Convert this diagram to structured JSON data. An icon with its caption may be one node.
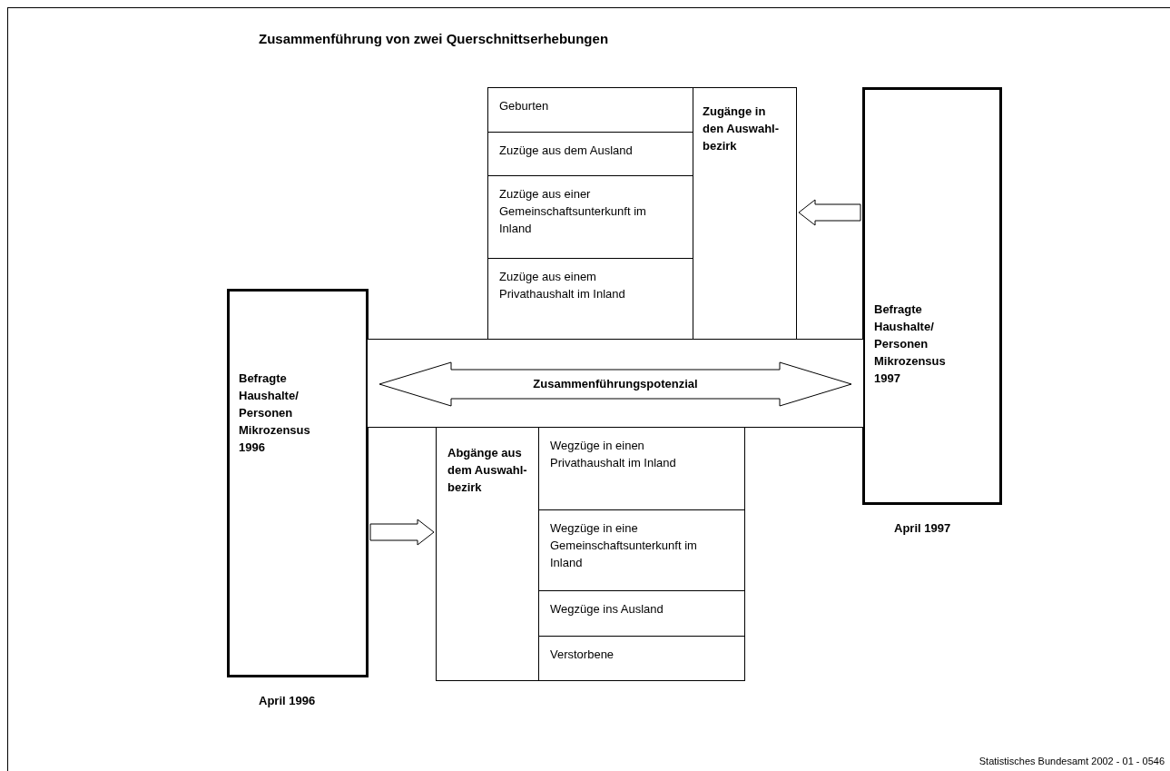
{
  "diagram": {
    "title": "Zusammenführung von zwei Querschnittserhebungen",
    "nodes": [
      {
        "text": [
          "Zugänge in den Auswahl- bezirk"
        ]
      },
      {
        "text": [
          "Geburten"
        ],
        "in": 0
      },
      {
        "text": [
          "Zuzüge aus dem Ausland"
        ],
        "in": 0
      },
      {
        "text": [
          "Zuzüge aus einer Gemeinschaftsunterkunft im Inland"
        ],
        "in": 0
      },
      {
        "text": [
          "Zuzüge aus einem Privathaushalt im Inland"
        ],
        "in": 0
      },
      {
        "text": [
          "Befragte Haushalte/ Personen Mikrozensus 1997"
        ],
        "beside": [
          "April 1997"
        ]
      },
      {
        "text": [
          "Befragte Haushalte/ Personen Mikrozensus 1996"
        ],
        "beside": [
          "April 1996"
        ]
      },
      {
        "text": [],
        "shape": "band"
      },
      {
        "text": [
          "Zusammenführungspotenzial"
        ],
        "in": 7
      },
      {
        "text": [
          "Abgänge aus dem Auswahl- bezirk"
        ]
      },
      {
        "text": [
          "Wegzüge in einen Privathaushalt im Inland"
        ],
        "in": 9
      },
      {
        "text": [
          "Wegzüge in eine Gemeinschaftsunterkunft im Inland"
        ],
        "in": 9
      },
      {
        "text": [
          "Wegzüge ins Ausland"
        ],
        "in": 9
      },
      {
        "text": [
          "Verstorbene"
        ],
        "in": 9
      }
    ],
    "edges": [
      {
        "from": 5,
        "to": 0,
        "arrow": "to"
      },
      {
        "from": 6,
        "to": 9,
        "arrow": "to"
      }
    ],
    "labels": [
      "Statistisches Bundesamt 2002 - 01 - 0546"
    ]
  }
}
